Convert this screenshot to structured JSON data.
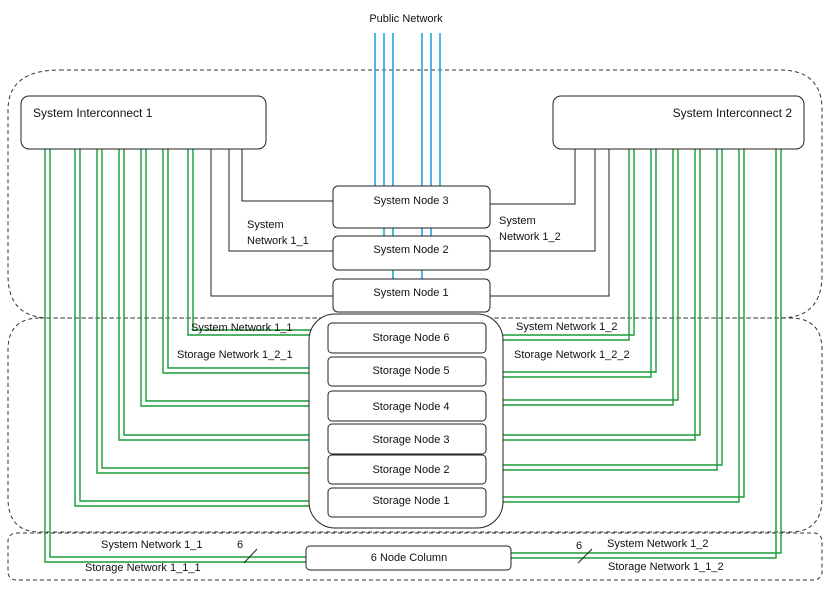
{
  "diagram": {
    "public_network": "Public Network",
    "interconnect_1": "System Interconnect 1",
    "interconnect_2": "System Interconnect 2",
    "system_nodes": [
      "System Node 3",
      "System Node 2",
      "System Node 1"
    ],
    "storage_nodes": [
      "Storage Node 6",
      "Storage Node 5",
      "Storage Node 4",
      "Storage Node 3",
      "Storage Node 2",
      "Storage Node 1"
    ],
    "labels": {
      "sys_net_1_1_top_a": "System",
      "sys_net_1_1_top_b": "Network 1_1",
      "sys_net_1_2_top_a": "System",
      "sys_net_1_2_top_b": "Network 1_2",
      "sys_net_1_1_mid": "System Network 1_1",
      "sys_net_1_2_mid": "System Network 1_2",
      "stor_net_1_2_1": "Storage Network 1_2_1",
      "stor_net_1_2_2": "Storage Network 1_2_2",
      "sys_net_1_1_bottom": "System Network 1_1",
      "sys_net_1_2_bottom": "System Network 1_2",
      "stor_net_1_1_1": "Storage Network 1_1_1",
      "stor_net_1_1_2": "Storage Network 1_1_2",
      "count_left": "6",
      "count_right": "6",
      "column": "6 Node Column"
    },
    "colors": {
      "system_link": "#222222",
      "storage_link": "#1a9b36",
      "public_link": "#22a6dd"
    }
  }
}
